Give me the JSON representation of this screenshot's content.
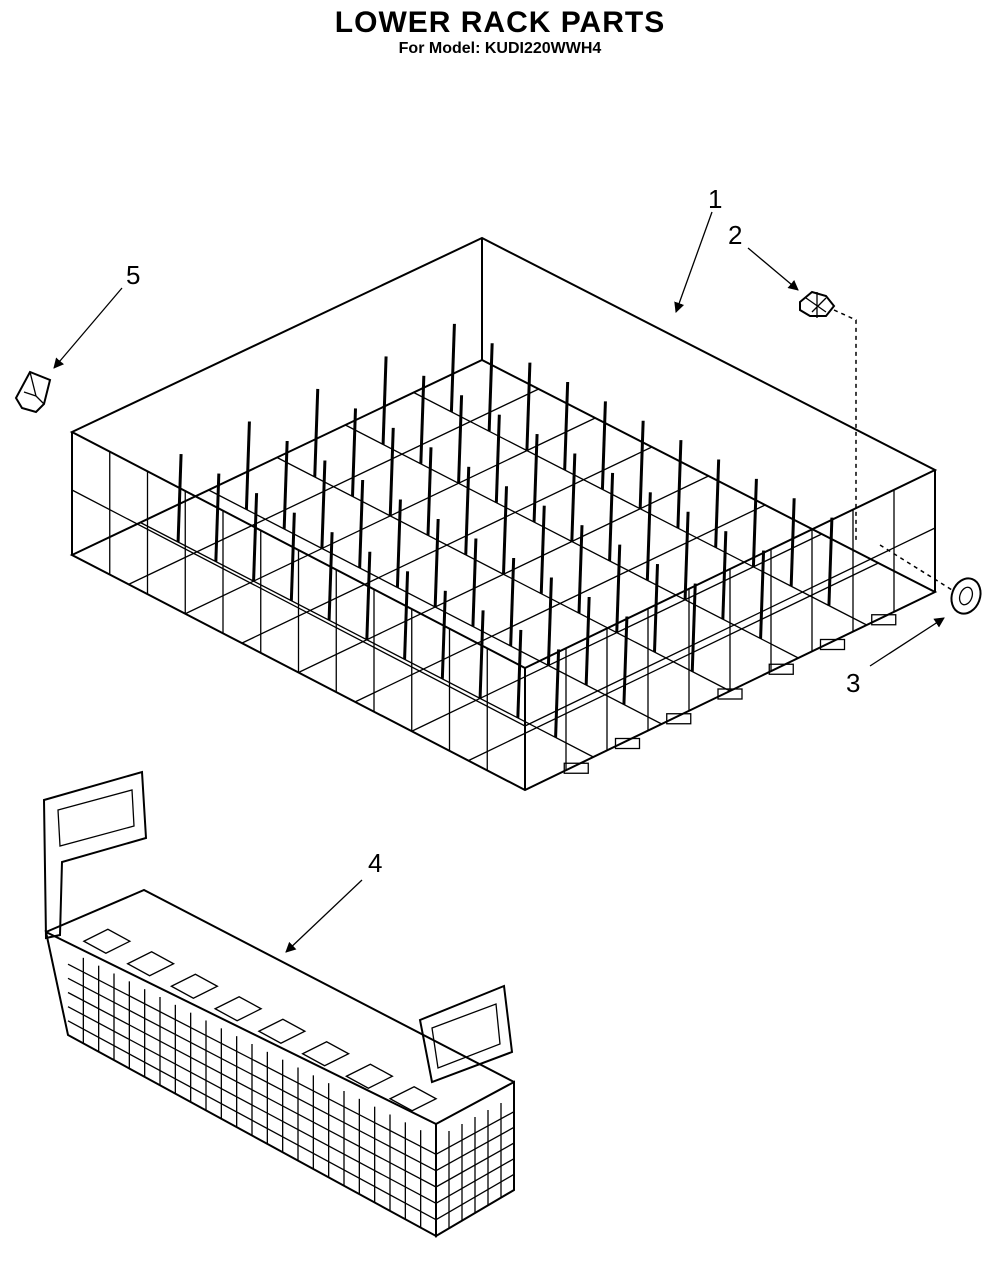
{
  "header": {
    "title": "LOWER RACK PARTS",
    "subtitle": "For Model: KUDI220WWH4"
  },
  "callouts": [
    {
      "id": "1",
      "label": "1",
      "part": "lower rack"
    },
    {
      "id": "2",
      "label": "2",
      "part": "wheel axle"
    },
    {
      "id": "3",
      "label": "3",
      "part": "wheel"
    },
    {
      "id": "4",
      "label": "4",
      "part": "silverware basket"
    },
    {
      "id": "5",
      "label": "5",
      "part": "rack bumper"
    }
  ]
}
